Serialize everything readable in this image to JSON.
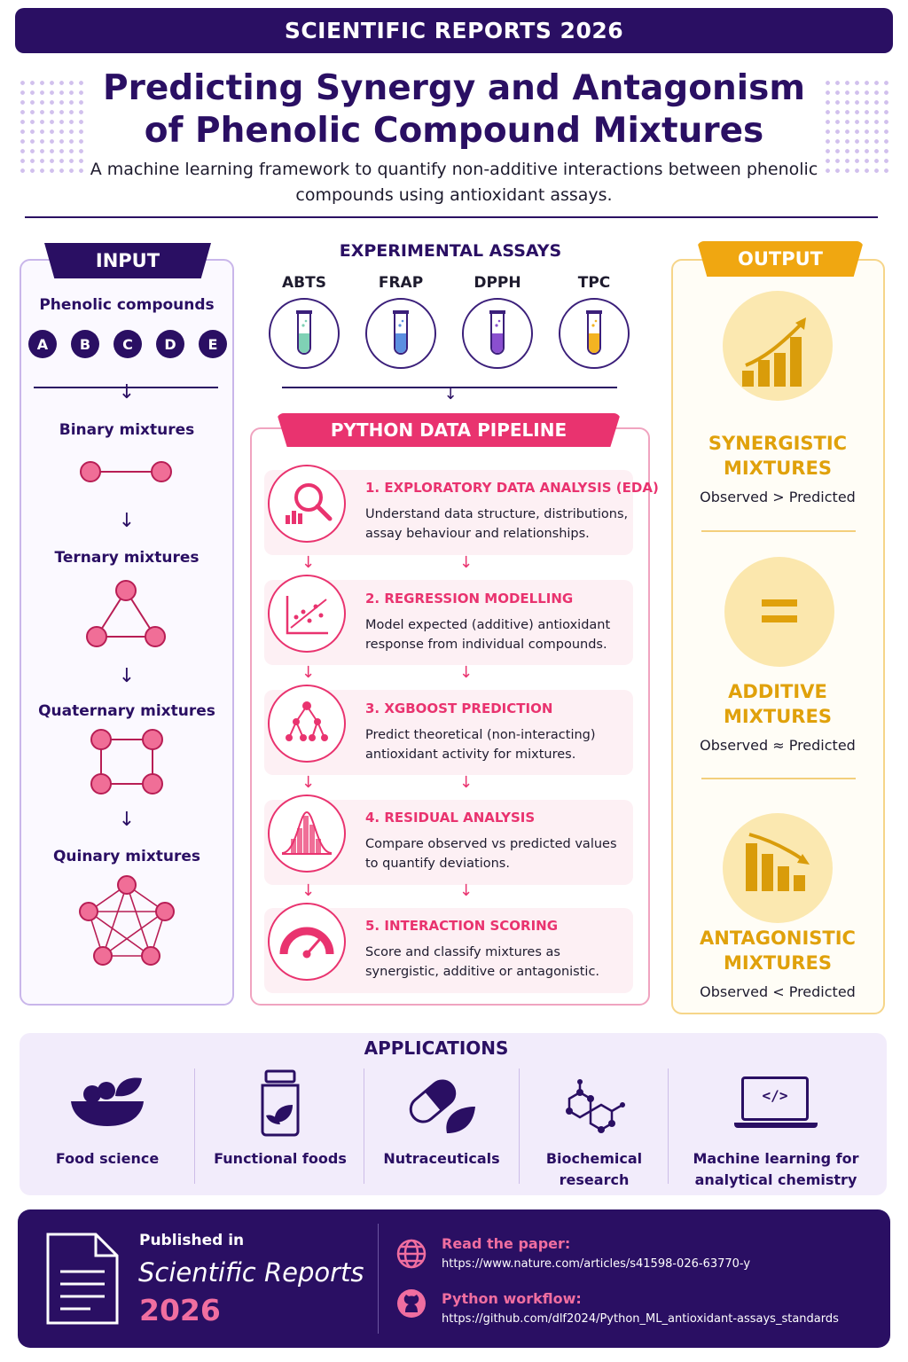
{
  "banner": "SCIENTIFIC REPORTS 2026",
  "title_line1": "Predicting Synergy and Antagonism",
  "title_line2": "of Phenolic Compound Mixtures",
  "subtitle": "A machine learning framework to quantify non-additive interactions between phenolic compounds using antioxidant assays.",
  "input": {
    "tab": "INPUT",
    "compounds_label": "Phenolic compounds",
    "compounds": [
      "A",
      "B",
      "C",
      "D",
      "E"
    ],
    "binary": "Binary mixtures",
    "ternary": "Ternary mixtures",
    "quaternary": "Quaternary mixtures",
    "quinary": "Quinary mixtures"
  },
  "assays": {
    "title": "EXPERIMENTAL ASSAYS",
    "items": [
      {
        "label": "ABTS",
        "color": "#7fd1b5"
      },
      {
        "label": "FRAP",
        "color": "#5b8fe0"
      },
      {
        "label": "DPPH",
        "color": "#8a4fcf"
      },
      {
        "label": "TPC",
        "color": "#f3b322"
      }
    ]
  },
  "pipeline": {
    "tab": "PYTHON DATA PIPELINE",
    "steps": [
      {
        "title": "1. EXPLORATORY DATA ANALYSIS (EDA)",
        "desc1": "Understand data structure, distributions,",
        "desc2": "assay behaviour and relationships.",
        "icon": "magnifier-chart-icon"
      },
      {
        "title": "2. REGRESSION MODELLING",
        "desc1": "Model expected (additive) antioxidant",
        "desc2": "response from individual compounds.",
        "icon": "scatter-regression-icon"
      },
      {
        "title": "3. XGBOOST PREDICTION",
        "desc1": "Predict theoretical (non-interacting)",
        "desc2": "antioxidant activity for mixtures.",
        "icon": "tree-network-icon"
      },
      {
        "title": "4. RESIDUAL ANALYSIS",
        "desc1": "Compare observed vs predicted values",
        "desc2": "to quantify deviations.",
        "icon": "histogram-curve-icon"
      },
      {
        "title": "5. INTERACTION SCORING",
        "desc1": "Score and classify mixtures as",
        "desc2": "synergistic, additive or antagonistic.",
        "icon": "gauge-icon"
      }
    ]
  },
  "output": {
    "tab": "OUTPUT",
    "synergistic_l1": "SYNERGISTIC",
    "synergistic_l2": "MIXTURES",
    "synergistic_sub": "Observed > Predicted",
    "additive_l1": "ADDITIVE",
    "additive_l2": "MIXTURES",
    "additive_sub": "Observed ≈ Predicted",
    "antagonistic_l1": "ANTAGONISTIC",
    "antagonistic_l2": "MIXTURES",
    "antagonistic_sub": "Observed < Predicted"
  },
  "applications": {
    "title": "APPLICATIONS",
    "items": [
      {
        "l1": "Food science",
        "l2": ""
      },
      {
        "l1": "Functional foods",
        "l2": ""
      },
      {
        "l1": "Nutraceuticals",
        "l2": ""
      },
      {
        "l1": "Biochemical",
        "l2": "research"
      },
      {
        "l1": "Machine learning for",
        "l2": "analytical chemistry"
      }
    ],
    "code_glyph": "</>"
  },
  "footer": {
    "published_in": "Published in",
    "journal": "Scientific Reports",
    "year": "2026",
    "paper_label": "Read the paper:",
    "paper_url": "https://www.nature.com/articles/s41598-026-63770-y",
    "workflow_label": "Python workflow:",
    "workflow_url": "https://github.com/dlf2024/Python_ML_antioxidant-assays_standards"
  },
  "colors": {
    "navy": "#2a0f63",
    "pink": "#e9336f",
    "gold": "#e0a10b",
    "lavender": "#f2ecfb"
  }
}
